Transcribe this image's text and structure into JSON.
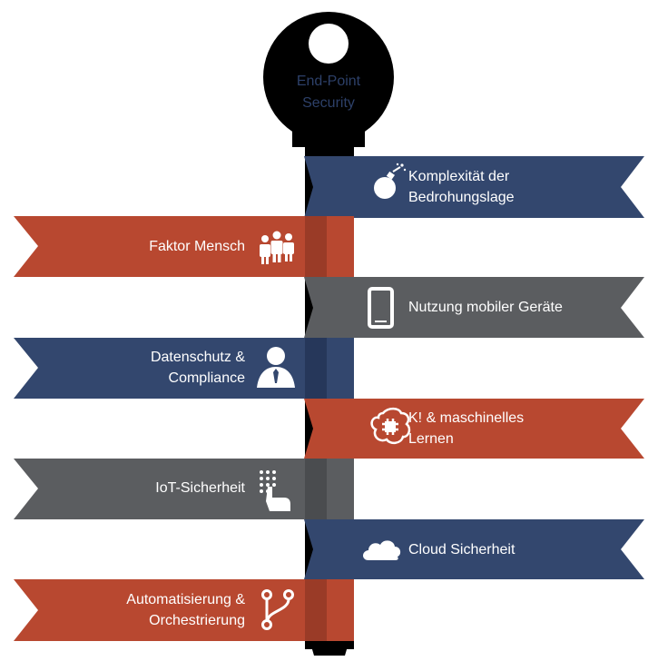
{
  "key": {
    "title_line1": "End-Point",
    "title_line2": "Security"
  },
  "colors": {
    "blue": "#33476e",
    "red": "#b84830",
    "gray": "#5b5d60",
    "key": "#000000"
  },
  "banners": [
    {
      "side": "right",
      "color": "blue",
      "icon": "bomb-icon",
      "line1": "Komplexität der",
      "line2": "Bedrohungslage"
    },
    {
      "side": "left",
      "color": "red",
      "icon": "people-icon",
      "line1": "Faktor Mensch",
      "line2": ""
    },
    {
      "side": "right",
      "color": "gray",
      "icon": "smartphone-icon",
      "line1": "Nutzung mobiler Geräte",
      "line2": ""
    },
    {
      "side": "left",
      "color": "blue",
      "icon": "user-tie-icon",
      "line1": "Datenschutz &",
      "line2": "Compliance"
    },
    {
      "side": "right",
      "color": "red",
      "icon": "brain-chip-icon",
      "line1": "K! & maschinelles",
      "line2": "Lernen"
    },
    {
      "side": "left",
      "color": "gray",
      "icon": "keypad-touch-icon",
      "line1": "IoT-Sicherheit",
      "line2": ""
    },
    {
      "side": "right",
      "color": "blue",
      "icon": "cloud-icon",
      "line1": "Cloud Sicherheit",
      "line2": ""
    },
    {
      "side": "left",
      "color": "red",
      "icon": "branch-icon",
      "line1": "Automatisierung &",
      "line2": "Orchestrierung"
    }
  ]
}
